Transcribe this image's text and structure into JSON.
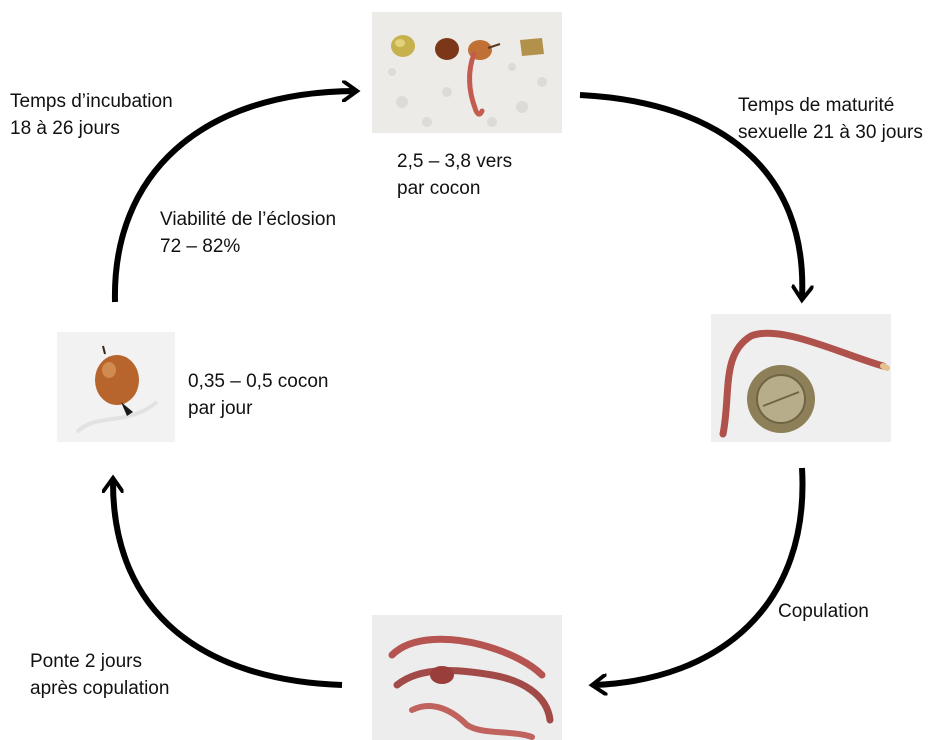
{
  "labels": {
    "incubation": "Temps d’incubation\n18 à 26 jours",
    "worms_per_cocoon": "2,5 – 3,8 vers\npar cocon",
    "maturity": "Temps de maturité\nsexuelle 21 à 30 jours",
    "hatching": "Viabilité de l’éclosion\n72 – 82%",
    "cocoon_rate": "0,35 – 0,5 cocon\npar jour",
    "copulation": "Copulation",
    "laying": "Ponte 2 jours\naprès copulation"
  },
  "photos": {
    "hatching_photo": "hatching-cocoons-photo",
    "adult_photo": "adult-worm-with-coin-photo",
    "mating_photo": "mating-worms-photo",
    "cocoon_photo": "single-cocoon-photo"
  },
  "colors": {
    "arrow": "#000000",
    "paper": "#ecebe8",
    "worm": "#b0524c",
    "cocoon": "#b8642d"
  }
}
